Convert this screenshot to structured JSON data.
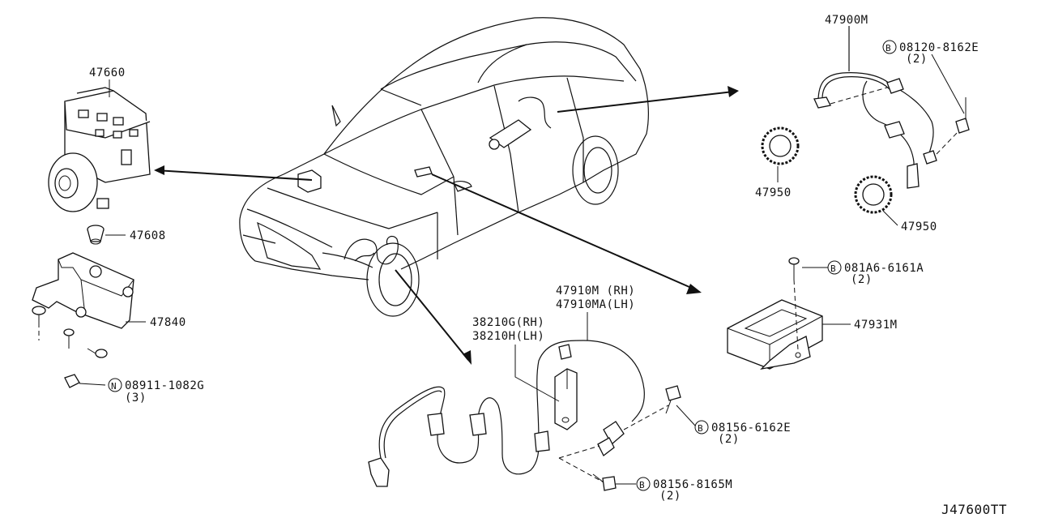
{
  "diagram": {
    "reference_code": "J47600TT",
    "labels": {
      "abs_actuator": "47660",
      "grommet": "47608",
      "bracket": "47840",
      "nut_code": "08911-1082G",
      "nut_qty": "(3)",
      "nut_prefix": "N",
      "rear_sensor": "47900M",
      "rear_bolt_code": "08120-8162E",
      "rear_bolt_qty": "(2)",
      "rear_rotor_a": "47950",
      "rear_rotor_b": "47950",
      "control_bolt_code": "081A6-6161A",
      "control_bolt_qty": "(2)",
      "control_unit": "47931M",
      "front_sensor_rh": "47910M  (RH)",
      "front_sensor_lh": "47910MA(LH)",
      "bracket_rh": "38210G(RH)",
      "bracket_lh": "38210H(LH)",
      "front_bolt_a_code": "08156-6162E",
      "front_bolt_a_qty": "(2)",
      "front_bolt_b_code": "08156-8165M",
      "front_bolt_b_qty": "(2)",
      "bolt_prefix": "B"
    }
  }
}
